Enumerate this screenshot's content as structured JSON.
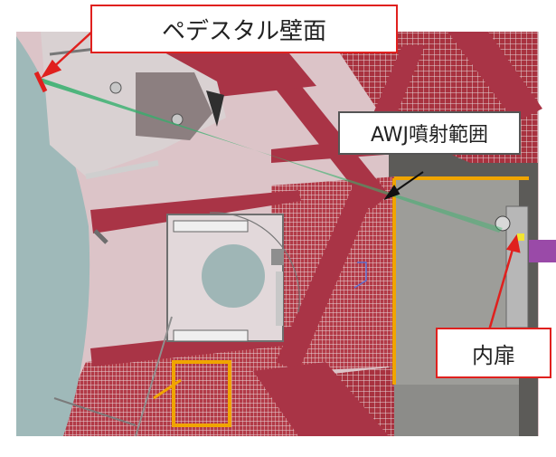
{
  "callouts": {
    "pedestal_wall": "ペデスタル壁面",
    "awj_range": "AWJ噴射範囲",
    "inner_door": "内扉"
  },
  "colors": {
    "background_floor": "#dcc4c8",
    "water_cyan": "#9fb9b9",
    "beam_red": "#a93446",
    "grating_red": "#a8323f",
    "jet_green": "#3cb46e",
    "frame_orange": "#f0a500",
    "panel_gray": "#9d9d99",
    "arrow_red": "#e0201e",
    "arrow_black": "#111111",
    "purple_tool": "#9a4aa8"
  }
}
